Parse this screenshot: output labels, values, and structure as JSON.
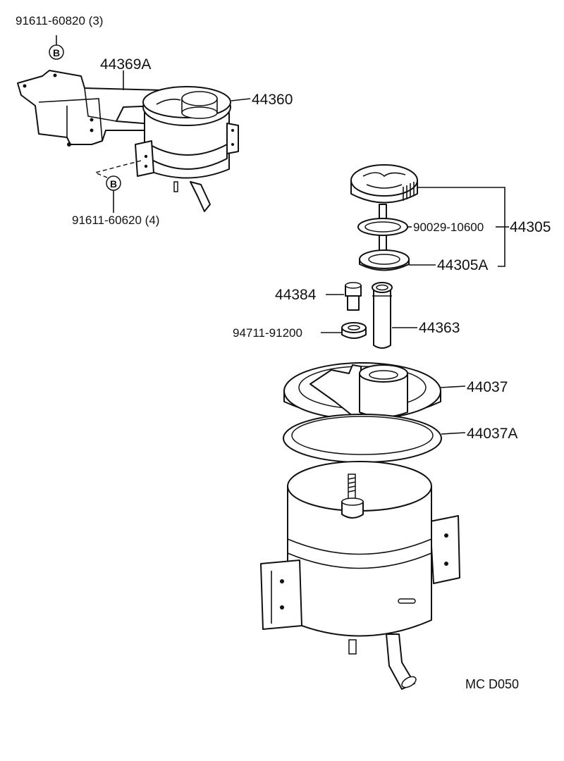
{
  "labels": {
    "bolt_top": "91611-60820 (3)",
    "bracket": "44369A",
    "reservoir_assy": "44360",
    "bolt_bottom": "91611-60620 (4)",
    "gasket_small": "90029-10600",
    "cap_set": "44305",
    "washer": "44305A",
    "fitting": "44384",
    "nut": "94711-91200",
    "pipe": "44363",
    "cover": "44037",
    "gasket_large": "44037A",
    "code": "MC  D050"
  },
  "callout_letter": "B"
}
